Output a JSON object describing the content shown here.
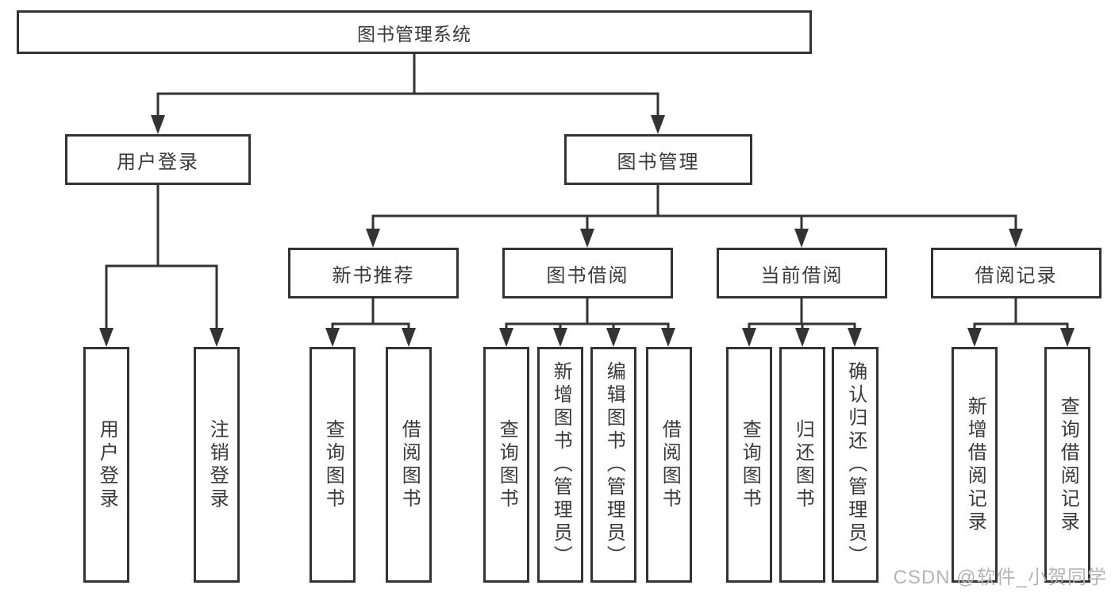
{
  "diagram": {
    "root": {
      "label": "图书管理系统"
    },
    "branches": [
      {
        "label": "用户登录",
        "leaves": [
          {
            "label": "用户登录"
          },
          {
            "label": "注销登录"
          }
        ]
      },
      {
        "label": "图书管理",
        "groups": [
          {
            "label": "新书推荐",
            "leaves": [
              {
                "label": "查询图书"
              },
              {
                "label": "借阅图书"
              }
            ]
          },
          {
            "label": "图书借阅",
            "leaves": [
              {
                "label": "查询图书"
              },
              {
                "label": "新增图书（管理员）"
              },
              {
                "label": "编辑图书（管理员）"
              },
              {
                "label": "借阅图书"
              }
            ]
          },
          {
            "label": "当前借阅",
            "leaves": [
              {
                "label": "查询图书"
              },
              {
                "label": "归还图书"
              },
              {
                "label": "确认归还（管理员）"
              }
            ]
          },
          {
            "label": "借阅记录",
            "leaves": [
              {
                "label": "新增借阅记录"
              },
              {
                "label": "查询借阅记录"
              }
            ]
          }
        ]
      }
    ]
  },
  "colors": {
    "line": "#333333",
    "text": "#3a3a3a",
    "watermark": "#b5b5b5",
    "background": "#ffffff"
  },
  "watermark": {
    "text": "CSDN @软件_小贺同学"
  }
}
